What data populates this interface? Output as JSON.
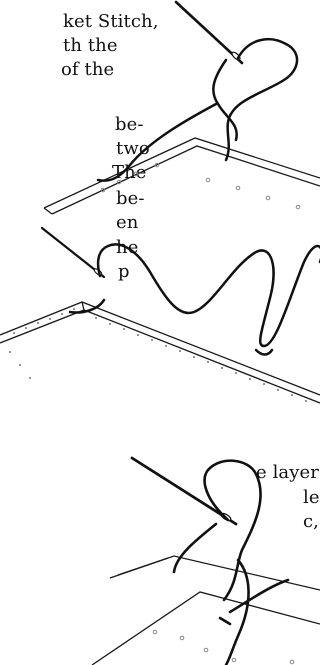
{
  "text_lines": [
    "ket Stitch,",
    "th the",
    "of the",
    "be-",
    "two",
    "The",
    "be-",
    "en",
    "he",
    "p",
    "e layers.",
    "le",
    "c,"
  ],
  "colors": {
    "ink": "#111111",
    "background": "#ffffff",
    "fabric_line": "#1a1a1a",
    "dot": "#8a8a8a"
  }
}
